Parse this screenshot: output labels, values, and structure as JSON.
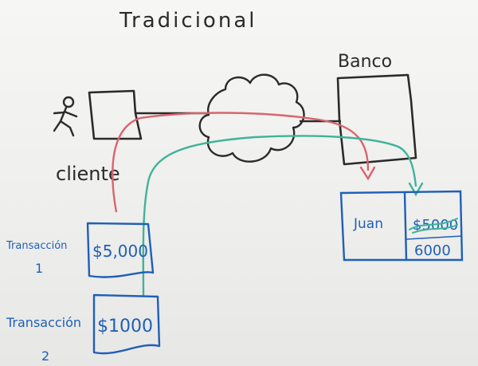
{
  "title": "Tradicional",
  "nodes": {
    "client_label": "cliente",
    "bank_label": "Banco"
  },
  "transactions": [
    {
      "label_line1": "Transacción",
      "label_line2": "1",
      "amount": "$5,000"
    },
    {
      "label_line1": "Transacción",
      "label_line2": "2",
      "amount": "$1000"
    }
  ],
  "ledger": {
    "name": "Juan",
    "old_balance": "$5000",
    "new_balance": "6000"
  },
  "colors": {
    "ink_black": "#2b2b2b",
    "ink_blue": "#1f5fb8",
    "ink_red": "#d9646e",
    "ink_green": "#3fb39a"
  }
}
